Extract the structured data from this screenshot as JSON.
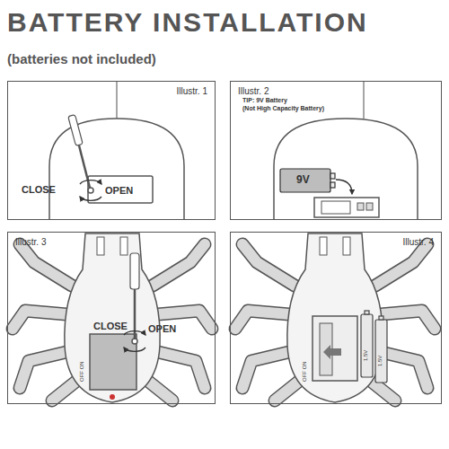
{
  "diagram": {
    "title": "BATTERY INSTALLATION",
    "nodes": [
      {
        "text": [
          "Illustr. 1"
        ]
      },
      {
        "text": [
          "Illustr. 2"
        ]
      },
      {
        "text": [
          "Illustr. 3"
        ]
      },
      {
        "text": [
          "Illustr. 4"
        ]
      }
    ],
    "labels": [
      "(batteries not included)",
      "CLOSE",
      "OPEN",
      "TIP: 9V Battery",
      "(Not High Capacity Battery)",
      "9V",
      "CLOSE",
      "OPEN",
      "OFF ON",
      "OFF ON",
      "1.5V",
      "1.5V"
    ]
  }
}
